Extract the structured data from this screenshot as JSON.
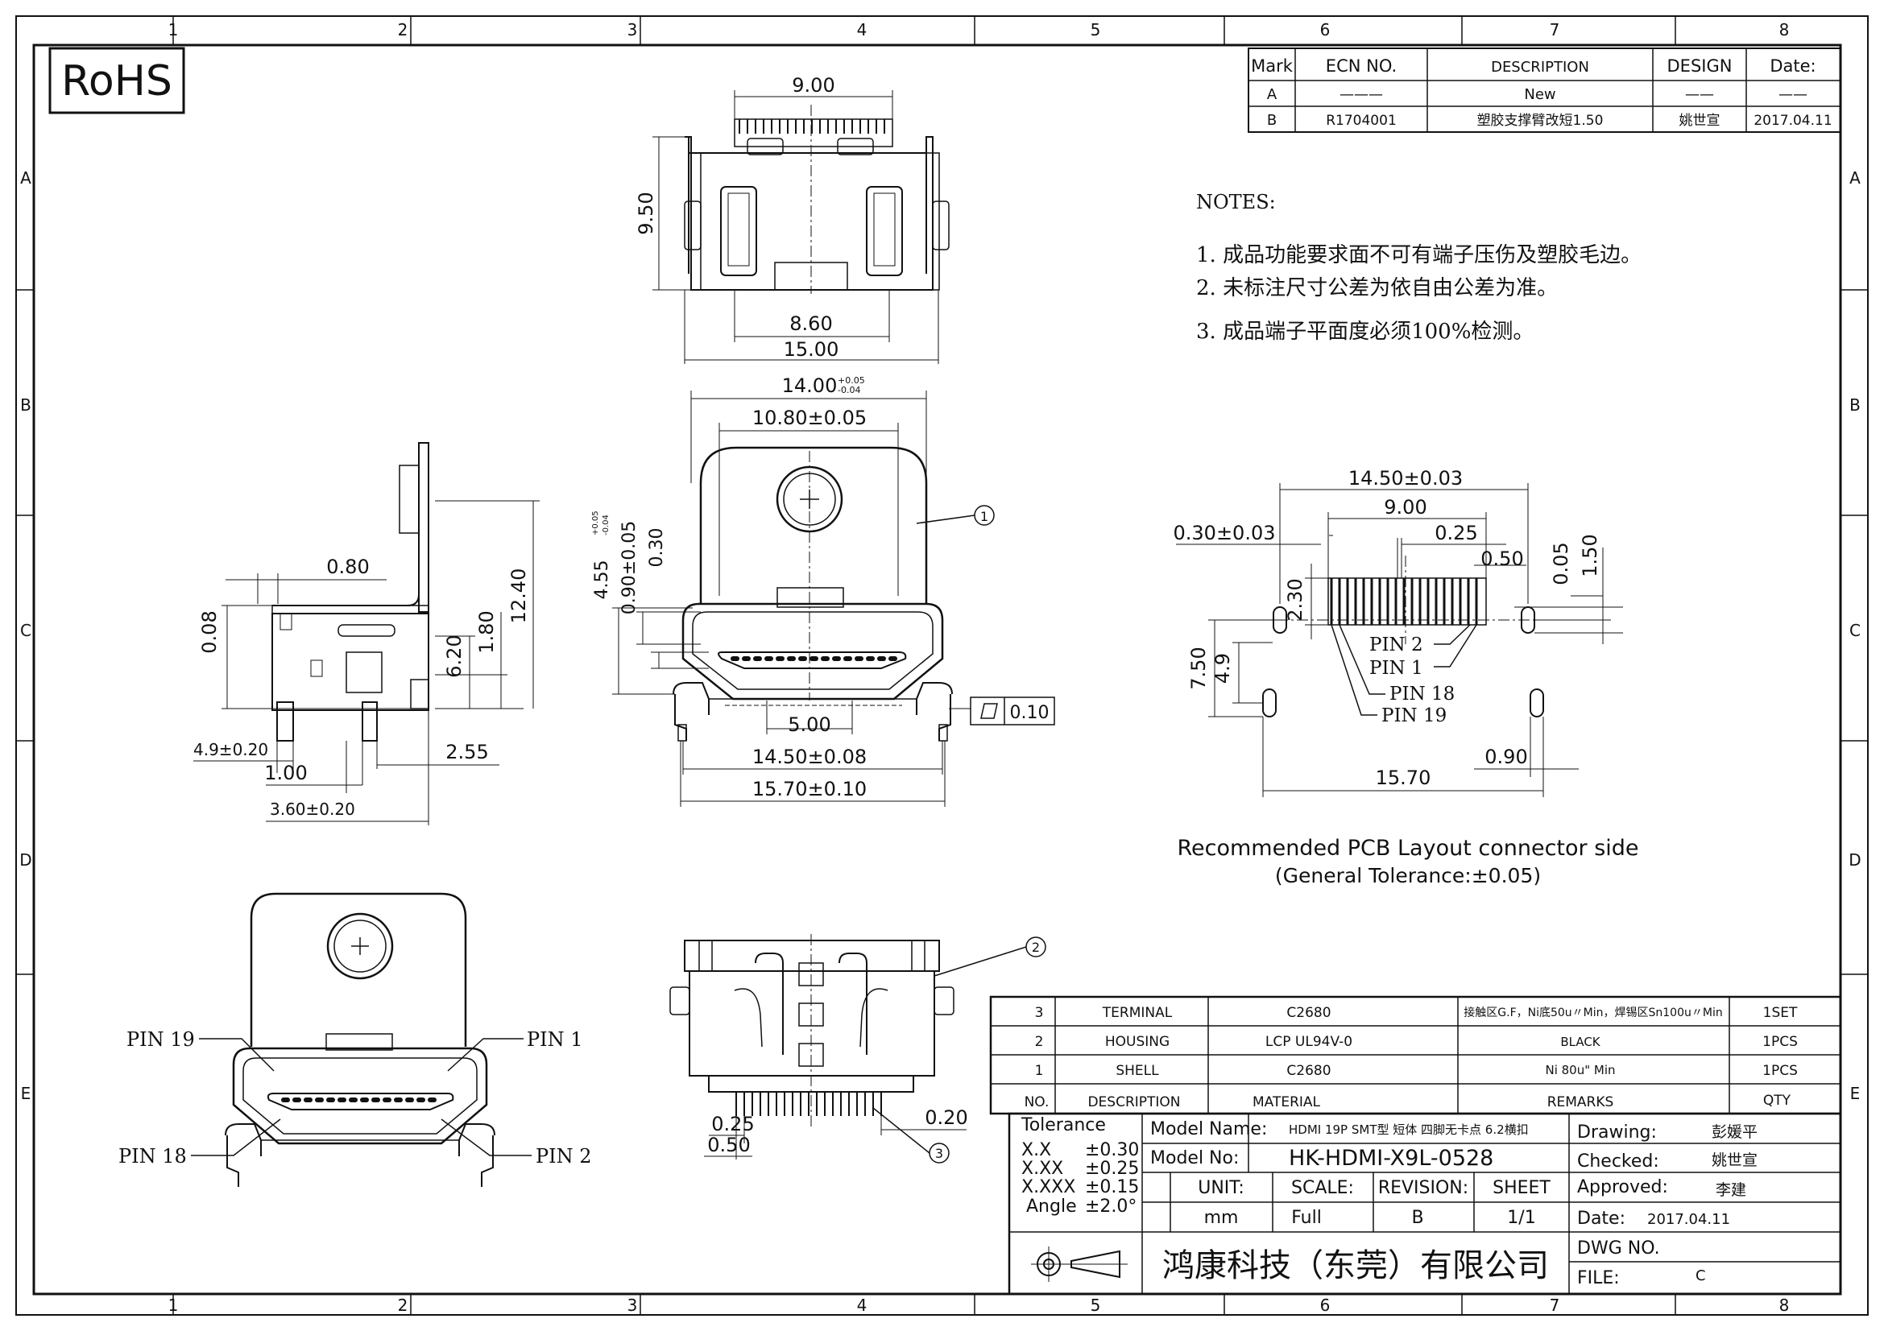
{
  "drawing": {
    "border_columns": [
      "1",
      "2",
      "3",
      "4",
      "5",
      "6",
      "7",
      "8"
    ],
    "border_rows": [
      "A",
      "B",
      "C",
      "D",
      "E"
    ],
    "rohs_label": "RoHS",
    "revision_table": {
      "headers": [
        "Mark",
        "ECN NO.",
        "DESCRIPTION",
        "DESIGN",
        "Date:"
      ],
      "rows": [
        [
          "A",
          "———",
          "New",
          "——",
          "——"
        ],
        [
          "B",
          "R1704001",
          "塑胶支撑臂改短1.50",
          "姚世宣",
          "2017.04.11"
        ]
      ]
    },
    "notes": {
      "title": "NOTES:",
      "items": [
        "1.  成品功能要求面不可有端子压伤及塑胶毛边。",
        "2.  未标注尺寸公差为依自由公差为准。",
        "3.  成品端子平面度必须100%检测。"
      ]
    },
    "top_view_dims": {
      "top_width": "9.00",
      "height": "9.50",
      "inner_width": "8.60",
      "total_width": "15.00"
    },
    "side_view_dims": {
      "d080": "0.80",
      "d008": "0.08",
      "d620": "6.20",
      "d180": "1.80",
      "d1240": "12.40",
      "d49": "4.9±0.20",
      "d100": "1.00",
      "d255": "2.55",
      "d360": "3.60±0.20"
    },
    "front_view_dims": {
      "d1400": "14.00",
      "d1400_tol_upper": "+0.05",
      "d1400_tol_lower": "-0.04",
      "d1080": "10.80±0.05",
      "d455": "4.55",
      "d455_tol_upper": "+0.05",
      "d455_tol_lower": "-0.04",
      "d090": "0.90±0.05",
      "d030": "0.30",
      "d500": "5.00",
      "d1450": "14.50±0.08",
      "d1570": "15.70±0.10",
      "flatness_value": "0.10",
      "balloon_1": "1"
    },
    "pcb_layout": {
      "d1450": "14.50±0.03",
      "d900": "9.00",
      "d025": "0.25",
      "d030": "0.30±0.03",
      "d050": "0.50",
      "d005": "0.05",
      "d150": "1.50",
      "d230": "2.30",
      "d750": "7.50",
      "d49": "4.9",
      "d090": "0.90",
      "d1570": "15.70",
      "pin_labels": [
        "PIN 2",
        "PIN 1",
        "PIN 18",
        "PIN 19"
      ],
      "caption": "Recommended PCB Layout connector side",
      "tolerance_note": "(General Tolerance:±0.05)"
    },
    "bottom_left_view": {
      "pin19": "PIN 19",
      "pin1": "PIN 1",
      "pin18": "PIN 18",
      "pin2": "PIN 2"
    },
    "rear_view": {
      "balloon_2": "2",
      "balloon_3": "3",
      "d025": "0.25",
      "d050": "0.50",
      "d020": "0.20"
    },
    "bom": {
      "rows": [
        [
          "3",
          "TERMINAL",
          "C2680",
          "接触区G.F，Ni底50u〃Min，焊锡区Sn100u〃Min",
          "1SET"
        ],
        [
          "2",
          "HOUSING",
          "LCP  UL94V-0",
          "BLACK",
          "1PCS"
        ],
        [
          "1",
          "SHELL",
          "C2680",
          "Ni 80u\" Min",
          "1PCS"
        ]
      ],
      "headers": [
        "NO.",
        "DESCRIPTION",
        "MATERIAL",
        "REMARKS",
        "QTY"
      ]
    },
    "title_block": {
      "tolerance_title": "Tolerance",
      "tolerances": [
        [
          "X.X",
          "±0.30"
        ],
        [
          "X.XX",
          "±0.25"
        ],
        [
          "X.XXX",
          "±0.15"
        ],
        [
          "Angle",
          "±2.0°"
        ]
      ],
      "model_name_label": "Model  Name:",
      "model_name_value": "HDMI 19P SMT型 短体 四脚无卡点 6.2横扣",
      "model_no_label": "Model  No:",
      "model_no_value": "HK-HDMI-X9L-0528",
      "unit_label": "UNIT:",
      "unit_value": "mm",
      "scale_label": "SCALE:",
      "scale_value": "Full",
      "revision_label": "REVISION:",
      "revision_value": "B",
      "sheet_label": "SHEET",
      "sheet_value": "1/1",
      "company": "鸿康科技（东莞）有限公司",
      "drawing_label": "Drawing:",
      "drawing_value": "彭媛平",
      "checked_label": "Checked:",
      "checked_value": "姚世宣",
      "approved_label": "Approved:",
      "approved_value": "李建",
      "date_label": "Date:",
      "date_value": "2017.04.11",
      "dwg_label": "DWG  NO.",
      "dwg_value": "",
      "file_label": "FILE:",
      "file_value": "C"
    }
  }
}
